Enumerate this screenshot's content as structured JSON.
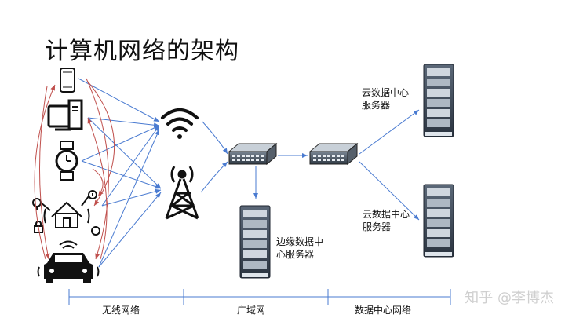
{
  "title": "计算机网络的架构",
  "labels": {
    "cloud_top": [
      "云数据中心",
      "服务器"
    ],
    "cloud_bottom": [
      "云数据中心",
      "服务器"
    ],
    "edge": [
      "边缘数据中",
      "心服务器"
    ]
  },
  "segments": {
    "wireless": "无线网络",
    "wan": "广域网",
    "datacenter": "数据中心网络"
  },
  "watermark": "知乎 @李博杰",
  "colors": {
    "arrow_blue": "#4a7bd1",
    "arrow_red": "#c0504d",
    "axis": "#4a7bd1",
    "icon_dark": "#111111",
    "server_body": "#3a4655"
  },
  "icons": [
    "smartphone-icon",
    "desktop-computer-icon",
    "smartwatch-icon",
    "smart-home-icon",
    "connected-car-icon",
    "wifi-icon",
    "cell-tower-icon",
    "switch-icon",
    "server-rack-icon"
  ]
}
